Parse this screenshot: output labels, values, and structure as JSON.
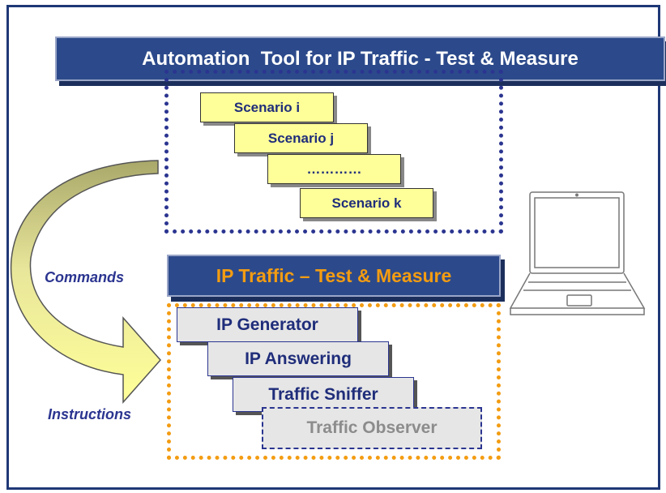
{
  "title": "Automation  Tool for IP Traffic - Test & Measure",
  "scenarios": [
    "Scenario i",
    "Scenario j",
    "…………",
    "Scenario k"
  ],
  "tm_title": "IP Traffic – Test & Measure",
  "modules": [
    "IP Generator",
    "IP Answering",
    "Traffic Sniffer",
    "Traffic Observer"
  ],
  "labels": {
    "commands": "Commands",
    "instructions": "Instructions"
  },
  "colors": {
    "frame_border": "#1f3876",
    "title_bar_bg": "#2c4a8b",
    "scenario_bg": "#ffff99",
    "scenario_dots": "#2b3590",
    "tm_dots": "#f39c12",
    "tm_title_text": "#f39c12",
    "module_bg": "#e6e6e6",
    "observer_text": "#8c8c8c",
    "arrow_fill": "#ffff99",
    "arrow_top": "#b9b77a"
  },
  "icons": {
    "device": "laptop-icon",
    "flow": "curved-arrow-icon"
  }
}
